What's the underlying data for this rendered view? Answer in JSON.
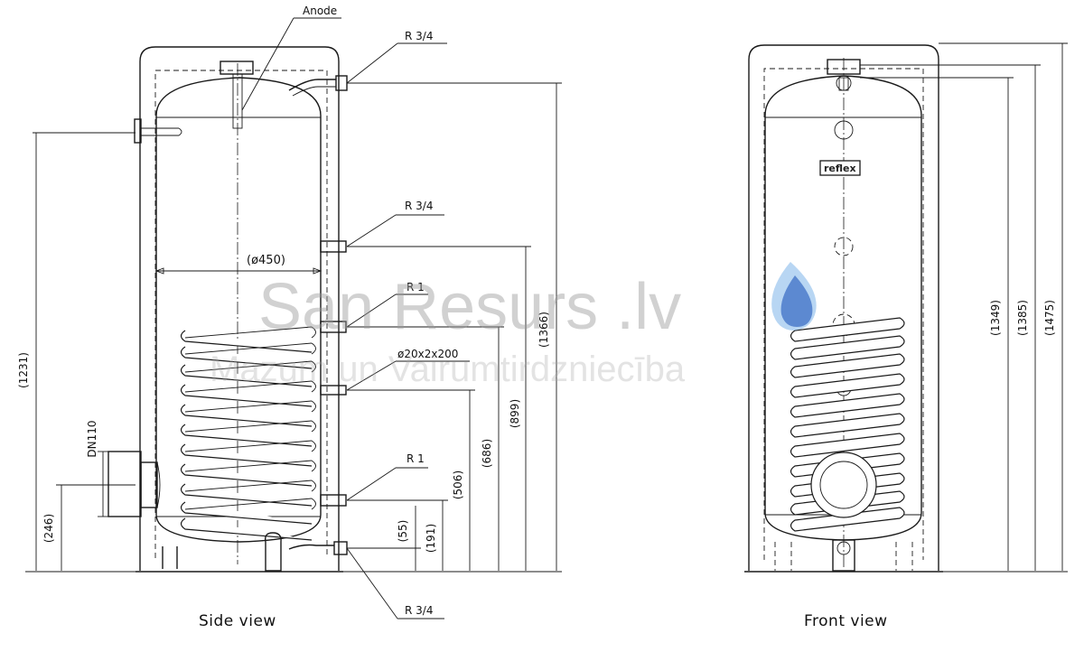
{
  "labels": {
    "anode": "Anode",
    "r34_top": "R 3/4",
    "r34_mid": "R 3/4",
    "r1_upper": "R 1",
    "sensor": "ø20x2x200",
    "r1_lower": "R 1",
    "r34_bottom": "R 3/4",
    "diameter": "(ø450)",
    "dn110": "DN110"
  },
  "dimensions": {
    "d1231": "(1231)",
    "d246": "(246)",
    "d1366": "(1366)",
    "d899": "(899)",
    "d686": "(686)",
    "d506": "(506)",
    "d191": "(191)",
    "d55": "(55)",
    "d1349": "(1349)",
    "d1385": "(1385)",
    "d1475": "(1475)"
  },
  "captions": {
    "side_view": "Side  view",
    "front_view": "Front  view"
  },
  "brand_plate": "reflex",
  "watermark": {
    "title": "San Resurs .lv",
    "subtitle": "Mazum un Vairumtirdzniecība",
    "drop_icon": "water-drop-icon"
  }
}
